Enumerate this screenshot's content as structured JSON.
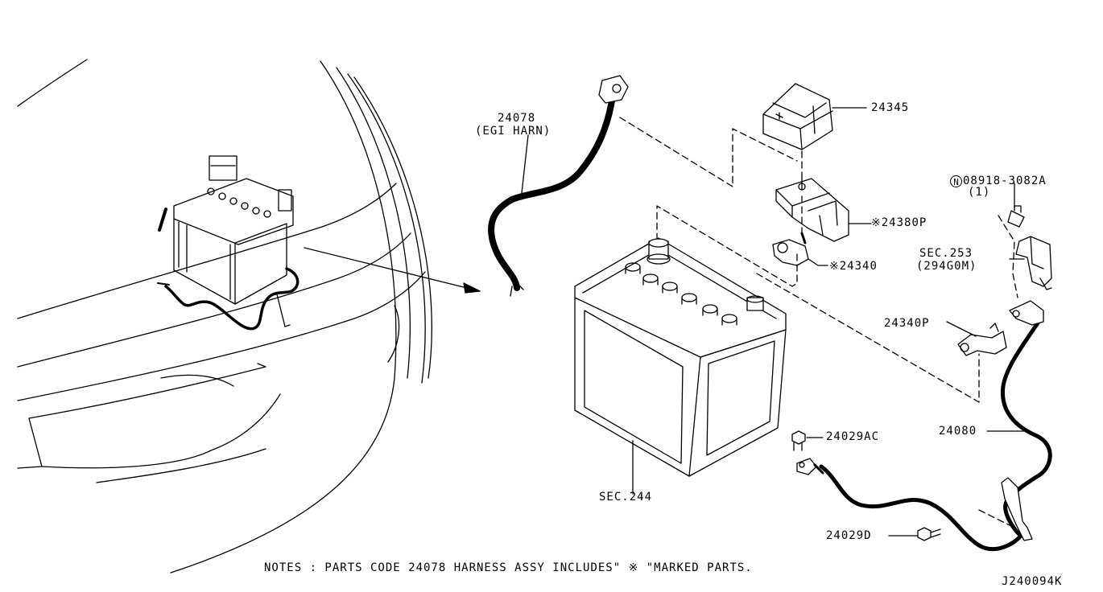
{
  "callouts": {
    "egi_harn_part": "24078",
    "egi_harn_desc": "(EGI HARN)",
    "cover_part": "24345",
    "fusible_link_part": "※24380P",
    "terminal_part": "※24340",
    "nut_marker": "N",
    "nut_part": "08918-3082A",
    "nut_qty": "(1)",
    "sec253": "SEC.253",
    "sec253_desc": "(294G0M)",
    "terminal_neg_part": "24340P",
    "bolt_ac_part": "24029AC",
    "neg_cable_part": "24080",
    "battery_sec": "SEC.244",
    "bolt_d_part": "24029D"
  },
  "notes": "NOTES : PARTS CODE 24078 HARNESS ASSY INCLUDES\" ※ \"MARKED PARTS.",
  "diagram_code": "J240094K"
}
